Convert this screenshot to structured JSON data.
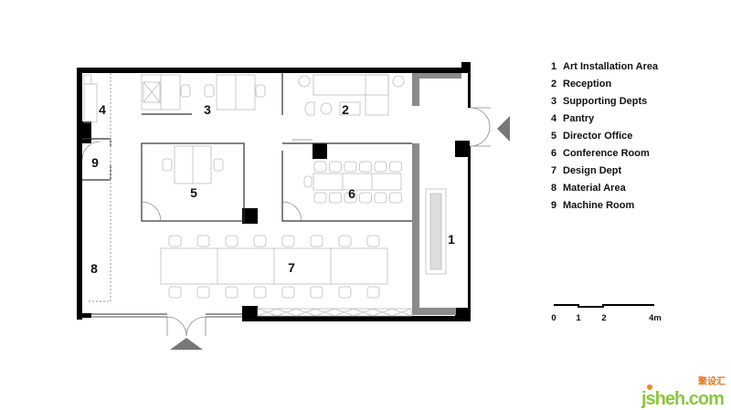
{
  "plan": {
    "room_numbers": [
      "1",
      "2",
      "3",
      "4",
      "5",
      "6",
      "7",
      "8",
      "9"
    ]
  },
  "legend": [
    {
      "num": "1",
      "name": "Art Installation Area"
    },
    {
      "num": "2",
      "name": "Reception"
    },
    {
      "num": "3",
      "name": "Supporting Depts"
    },
    {
      "num": "4",
      "name": "Pantry"
    },
    {
      "num": "5",
      "name": "Director Office"
    },
    {
      "num": "6",
      "name": "Conference Room"
    },
    {
      "num": "7",
      "name": "Design Dept"
    },
    {
      "num": "8",
      "name": "Material Area"
    },
    {
      "num": "9",
      "name": "Machine Room"
    }
  ],
  "scale": {
    "ticks": [
      "0",
      "1",
      "2",
      "4m"
    ]
  },
  "watermark": {
    "text": "jsheh.com",
    "chinese": "聚设汇",
    "main": "jsheh",
    "suffix": ".com"
  },
  "colors": {
    "wall": "#000000",
    "partition": "#8a8a8a",
    "furniture": "#bbbbbb",
    "logo_green": "#8cc63f",
    "logo_orange": "#e8731c"
  }
}
